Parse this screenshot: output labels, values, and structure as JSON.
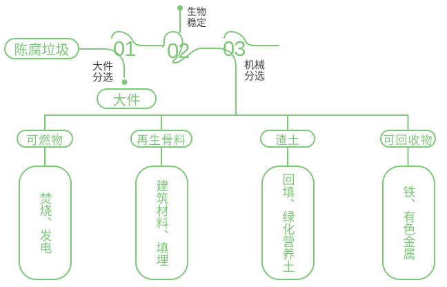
{
  "flow": {
    "source_label": "陈腐垃圾",
    "steps": [
      {
        "number": "01",
        "label": "大件分选",
        "output_label": "大件"
      },
      {
        "number": "02",
        "label": "生物稳定"
      },
      {
        "number": "03",
        "label": "机械分选"
      }
    ],
    "branches": [
      {
        "category": "可燃物",
        "uses": "焚烧、发电"
      },
      {
        "category": "再生骨料",
        "uses": "建筑材料、填埋"
      },
      {
        "category": "渣土",
        "uses": "回填、绿化营养土"
      },
      {
        "category": "可回收物",
        "uses": "铁、有色金属"
      }
    ],
    "colors": {
      "green": "#7cc878",
      "label_dark": "#3f3f3f",
      "background": "#ffffff"
    }
  }
}
